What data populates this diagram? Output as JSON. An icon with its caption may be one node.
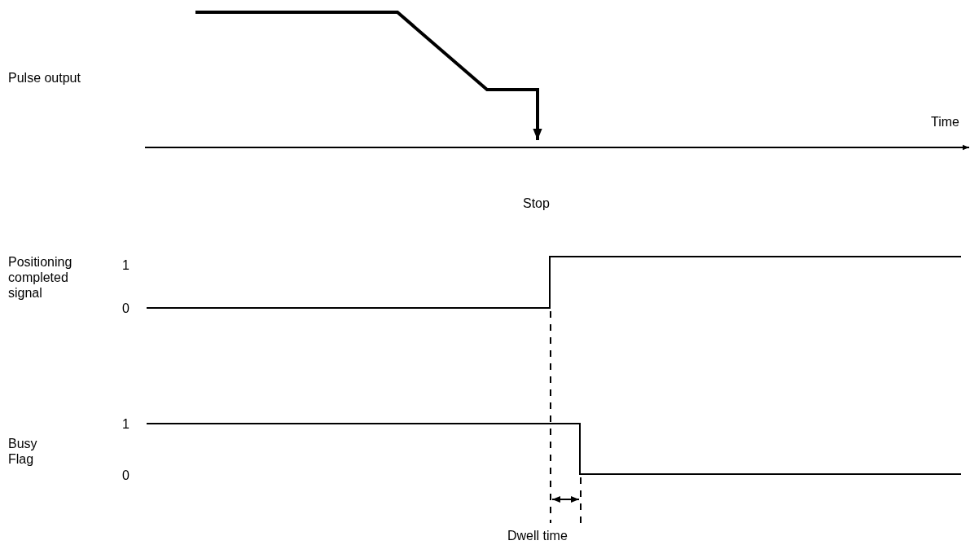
{
  "diagram": {
    "labels": [
      "Pulse output",
      "Time",
      "Stop",
      "Positioning completed signal",
      "1",
      "0",
      "1",
      "Busy Flag",
      "0",
      "Dwell time"
    ]
  }
}
